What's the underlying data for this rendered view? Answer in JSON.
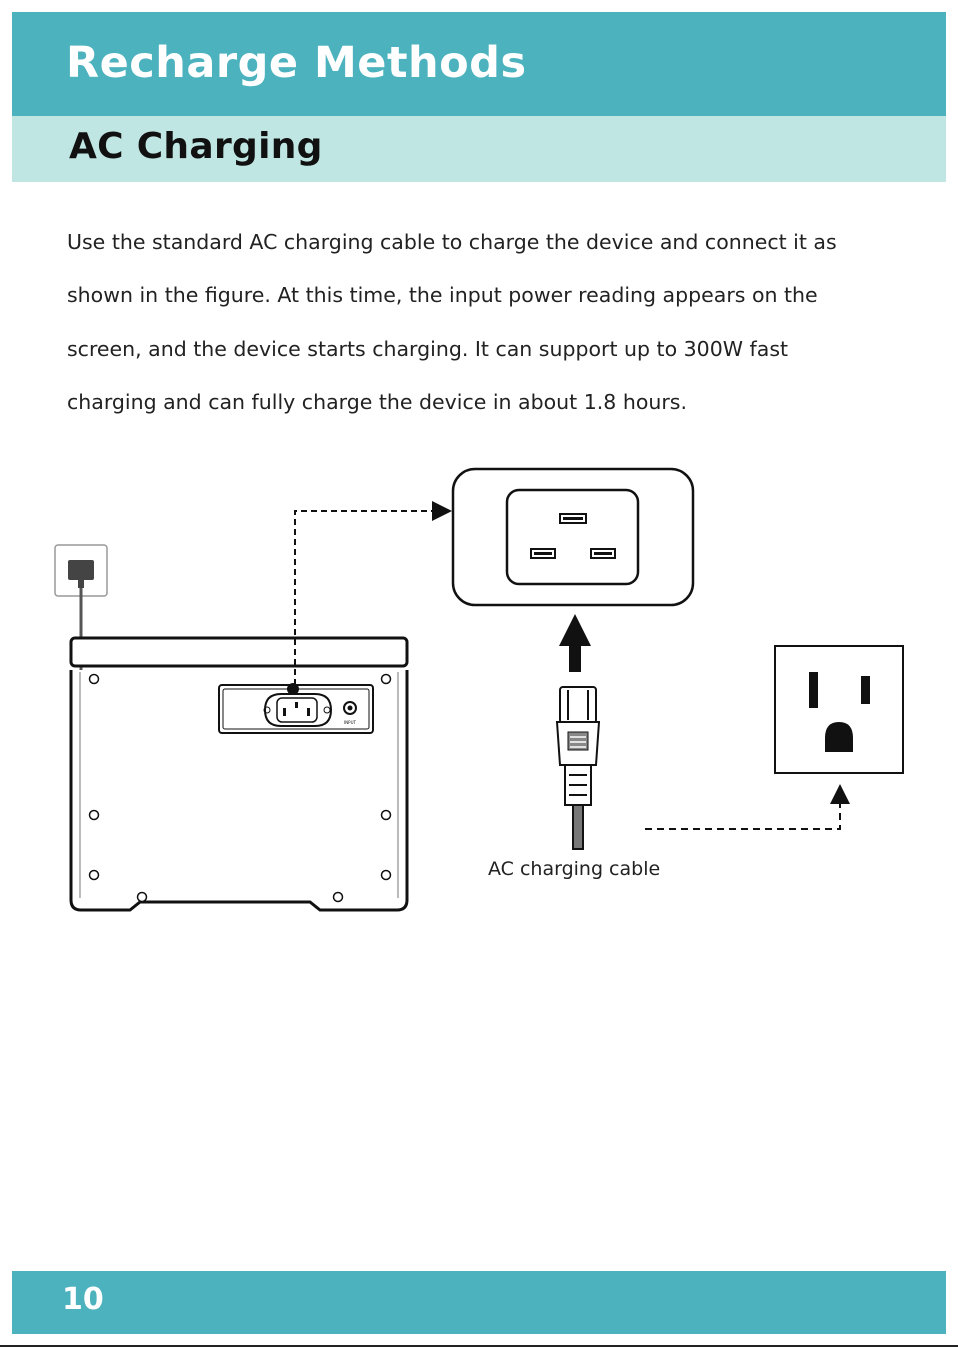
{
  "header": {
    "title": "Recharge Methods",
    "subtitle": "AC Charging",
    "title_bg": "#4bb2be",
    "subtitle_bg": "#c0e6e3"
  },
  "body": {
    "lines": [
      "Use the standard AC charging cable to charge the device and connect it as",
      "shown in the figure. At this time, the input power reading appears on the",
      "screen, and the device starts charging. It can support up to 300W fast",
      "charging and can fully charge the device in about 1.8 hours."
    ]
  },
  "figure": {
    "cable_label": "AC charging cable",
    "panel_label": "INPUT",
    "icons": [
      "wall-plug-icon",
      "power-station-icon",
      "ac-inlet-icon",
      "ac-plug-icon",
      "wall-outlet-icon",
      "arrow-up-icon"
    ]
  },
  "footer": {
    "page_number": "10",
    "bg": "#4bb2be"
  }
}
